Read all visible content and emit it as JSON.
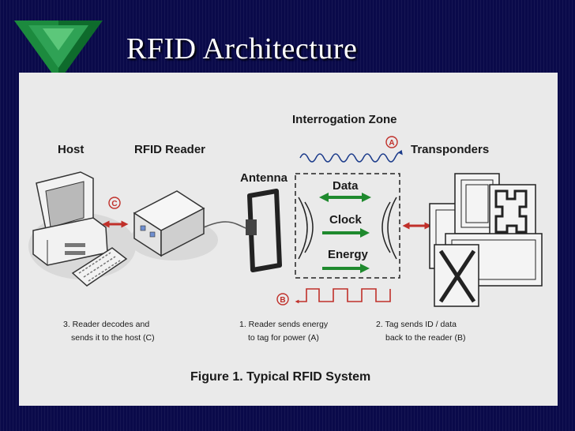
{
  "slide": {
    "title": "RFID Architecture"
  },
  "diagram": {
    "labels": {
      "host": "Host",
      "reader": "RFID Reader",
      "antenna": "Antenna",
      "zone": "Interrogation Zone",
      "transponders": "Transponders"
    },
    "signals": {
      "data": "Data",
      "clock": "Clock",
      "energy": "Energy"
    },
    "badges": {
      "a": "A",
      "b": "B",
      "c": "C"
    },
    "steps": {
      "s3_line1": "3. Reader decodes and",
      "s3_line2": "sends it to the host (C)",
      "s1_line1": "1. Reader sends energy",
      "s1_line2": "to tag for power (A)",
      "s2_line1": "2. Tag sends ID / data",
      "s2_line2": "back to the reader (B)"
    },
    "caption": "Figure 1. Typical RFID System",
    "colors": {
      "green": "#1f8a2e",
      "red": "#c0302a",
      "blue": "#1a3a8a",
      "slide_bg": "#0a0a4a",
      "panel_bg": "#eaeaea"
    }
  }
}
